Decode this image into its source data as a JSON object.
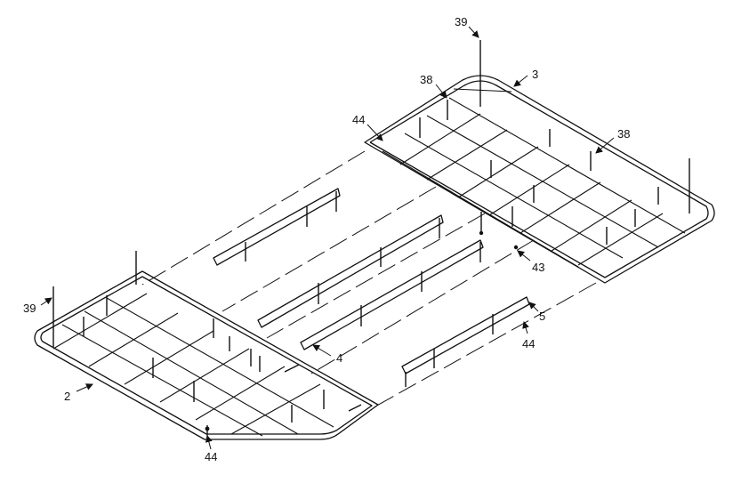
{
  "callouts": [
    {
      "id": "39-top",
      "text": "39"
    },
    {
      "id": "3",
      "text": "3"
    },
    {
      "id": "38-left",
      "text": "38"
    },
    {
      "id": "38-right",
      "text": "38"
    },
    {
      "id": "44-top",
      "text": "44"
    },
    {
      "id": "39-left",
      "text": "39"
    },
    {
      "id": "43",
      "text": "43"
    },
    {
      "id": "5",
      "text": "5"
    },
    {
      "id": "44-right",
      "text": "44"
    },
    {
      "id": "4",
      "text": "4"
    },
    {
      "id": "2",
      "text": "2"
    },
    {
      "id": "44-bottom",
      "text": "44"
    }
  ]
}
